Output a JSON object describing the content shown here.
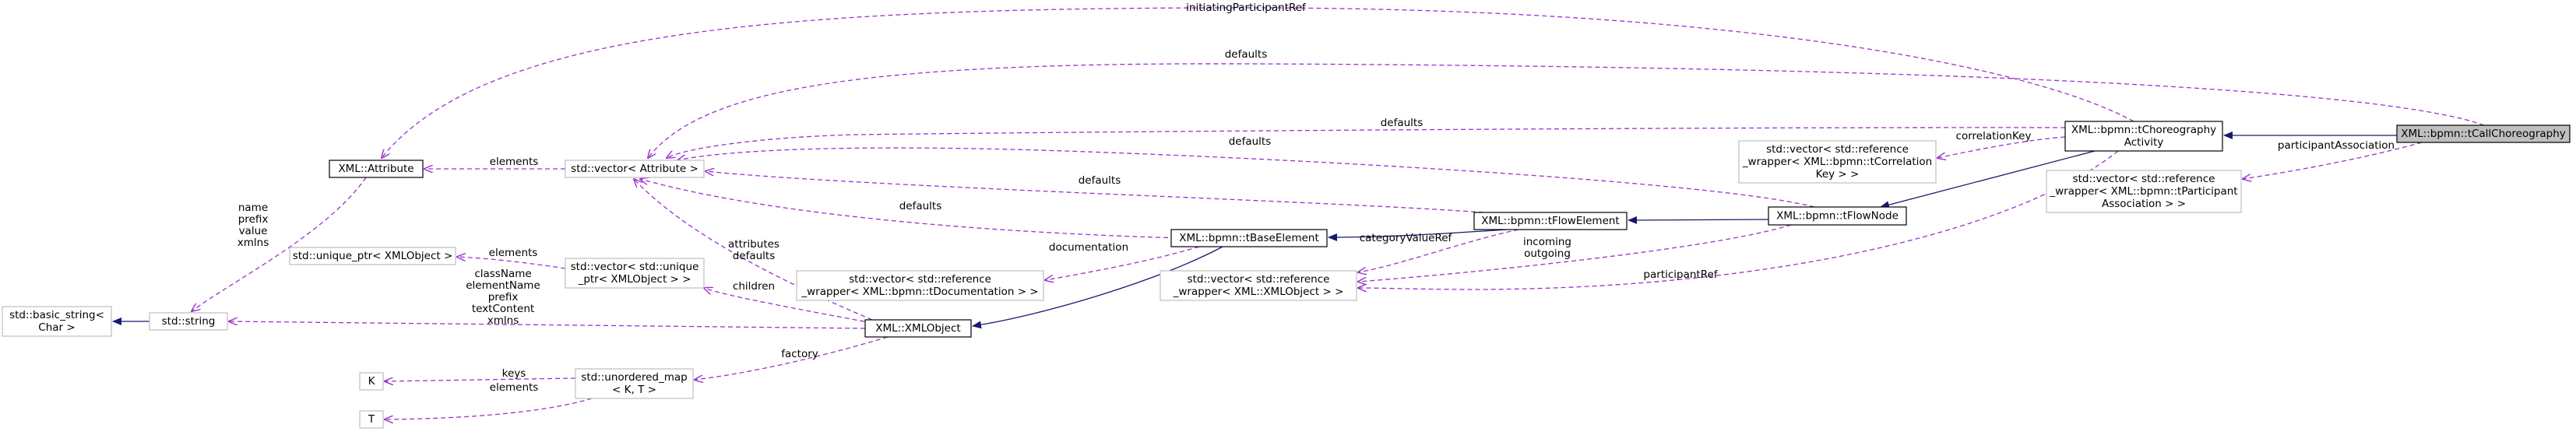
{
  "colors": {
    "inheritance": "#191970",
    "usage": "#9a32cd",
    "strong_border": "#000000",
    "weak_border": "#bfbfbf",
    "highlight_fill": "#bfbfbf"
  },
  "nodes": {
    "tCallChoreography": [
      "XML::bpmn::tCallChoreography"
    ],
    "tChoreographyActivity": [
      "XML::bpmn::tChoreography",
      "Activity"
    ],
    "participantAssocVec": [
      "std::vector< std::reference",
      "_wrapper< XML::bpmn::tParticipant",
      "Association > >"
    ],
    "correlationKeyVec": [
      "std::vector< std::reference",
      "_wrapper< XML::bpmn::tCorrelation",
      "Key > >"
    ],
    "tFlowNode": [
      "XML::bpmn::tFlowNode"
    ],
    "tFlowElement": [
      "XML::bpmn::tFlowElement"
    ],
    "tBaseElement": [
      "XML::bpmn::tBaseElement"
    ],
    "xmlObjectRefVec": [
      "std::vector< std::reference",
      "_wrapper< XML::XMLObject > >"
    ],
    "documentationVec": [
      "std::vector< std::reference",
      "_wrapper< XML::bpmn::tDocumentation > >"
    ],
    "attributeVec": [
      "std::vector< Attribute >"
    ],
    "xmlAttribute": [
      "XML::Attribute"
    ],
    "uniquePtrVec": [
      "std::vector< std::unique",
      "_ptr< XMLObject > >"
    ],
    "uniquePtr": [
      "std::unique_ptr< XMLObject >"
    ],
    "stdString": [
      "std::string"
    ],
    "basicString": [
      "std::basic_string<",
      "Char >"
    ],
    "xmlObject": [
      "XML::XMLObject"
    ],
    "unorderedMap": [
      "std::unordered_map",
      "< K, T >"
    ],
    "K": [
      "K"
    ],
    "T": [
      "T"
    ]
  },
  "edge_labels": {
    "initiatingParticipantRef": [
      "initiatingParticipantRef"
    ],
    "defaults": [
      "defaults"
    ],
    "participantAssociation": [
      "participantAssociation"
    ],
    "correlationKey": [
      "correlationKey"
    ],
    "elements": [
      "elements"
    ],
    "documentation": [
      "documentation"
    ],
    "categoryValueRef": [
      "categoryValueRef"
    ],
    "incoming_outgoing": [
      "incoming",
      "outgoing"
    ],
    "participantRef": [
      "participantRef"
    ],
    "attributes_defaults": [
      "attributes",
      "defaults"
    ],
    "children": [
      "children"
    ],
    "string_members": [
      "name",
      "prefix",
      "value",
      "xmlns"
    ],
    "xmlobject_members": [
      "className",
      "elementName",
      "prefix",
      "textContent",
      "xmlns"
    ],
    "factory": [
      "factory"
    ],
    "keys": [
      "keys"
    ]
  }
}
